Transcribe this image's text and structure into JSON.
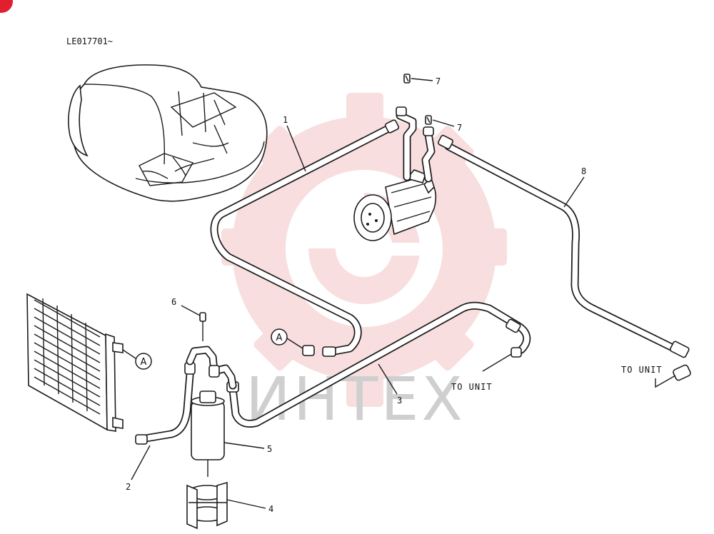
{
  "serial_range": "LE017701~",
  "watermark": {
    "text": "ИНТЕХ",
    "gear_color": "#f3c4c4",
    "text_color": "#cfcfcf"
  },
  "corner_marker_color": "#e0202e",
  "connection_ref": "A",
  "destinations": {
    "left": "TO UNIT",
    "right": "TO UNIT"
  },
  "callouts": {
    "c1": "1",
    "c2": "2",
    "c3": "3",
    "c4": "4",
    "c5": "5",
    "c6": "6",
    "c7a": "7",
    "c7b": "7",
    "c8": "8"
  }
}
